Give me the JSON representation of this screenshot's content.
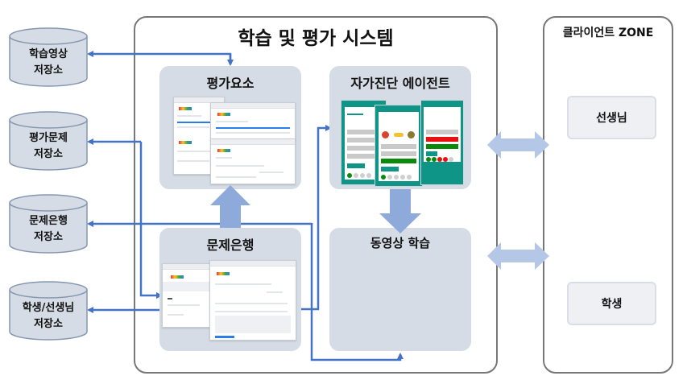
{
  "system": {
    "title": "학습 및 평가 시스템",
    "panels": {
      "assessment_elements": {
        "title": "평가요소"
      },
      "self_diagnosis_agent": {
        "title": "자가진단 에이전트"
      },
      "question_bank": {
        "title": "문제은행"
      },
      "video_learning": {
        "title": "동영상 학습"
      }
    }
  },
  "storages": [
    {
      "line1": "학습영상",
      "line2": "저장소"
    },
    {
      "line1": "평가문제",
      "line2": "저장소"
    },
    {
      "line1": "문제은행",
      "line2": "저장소"
    },
    {
      "line1": "학생/선생님",
      "line2": "저장소"
    }
  ],
  "client_zone": {
    "title": "클라이언트 ZONE",
    "clients": [
      {
        "label": "선생님"
      },
      {
        "label": "학생"
      }
    ]
  },
  "colors": {
    "connector": "#4472c4",
    "flow_arrow": "#8eaadb",
    "panel_bg": "#d6dce5",
    "storage_fill": "#d6dce5",
    "storage_stroke": "#8497b0",
    "quiz_teal": "#0f9488",
    "answer_correct": "#0a8a0a",
    "answer_wrong": "#e81010"
  }
}
